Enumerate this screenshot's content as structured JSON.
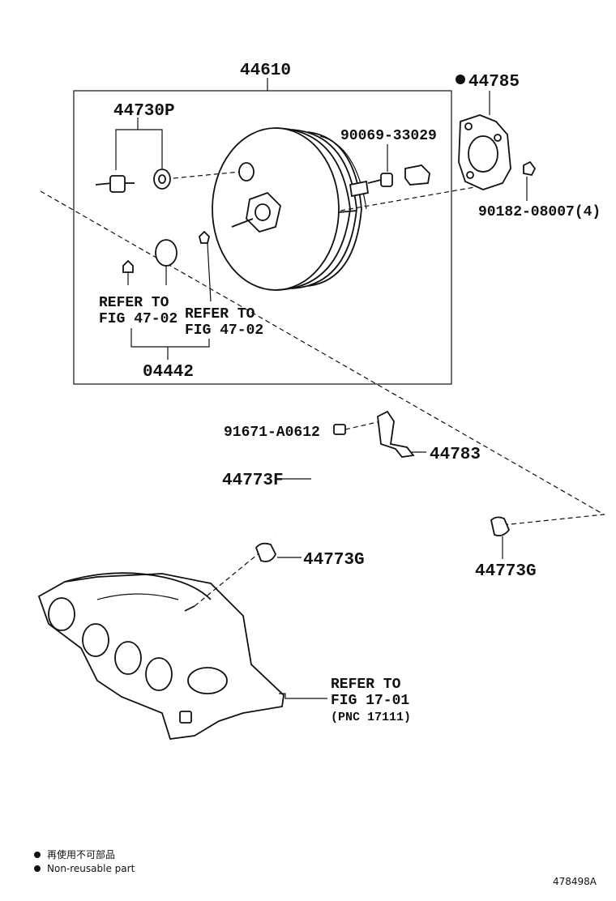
{
  "labels": {
    "booster_assy": "44610",
    "check_valve": "44730P",
    "gasket_plate": "44785",
    "nut_clevis": "90069-33029",
    "nut_4": "90182-08007(4)",
    "repair_kit": "04442",
    "refer_left_1": "REFER TO",
    "refer_left_2": "FIG 47-02",
    "refer_mid_1": "REFER TO",
    "refer_mid_2": "FIG 47-02",
    "bolt": "91671-A0612",
    "clamp_bracket": "44783",
    "hose": "44773F",
    "clip_left": "44773G",
    "clip_right": "44773G",
    "refer_manifold_1": "REFER TO",
    "refer_manifold_2": "FIG 17-01",
    "refer_manifold_3": "(PNC 17111)"
  },
  "legend": {
    "line_jp": "再使用不可部品",
    "line_en": "Non-reusable part"
  },
  "diagram_id": "478498A"
}
